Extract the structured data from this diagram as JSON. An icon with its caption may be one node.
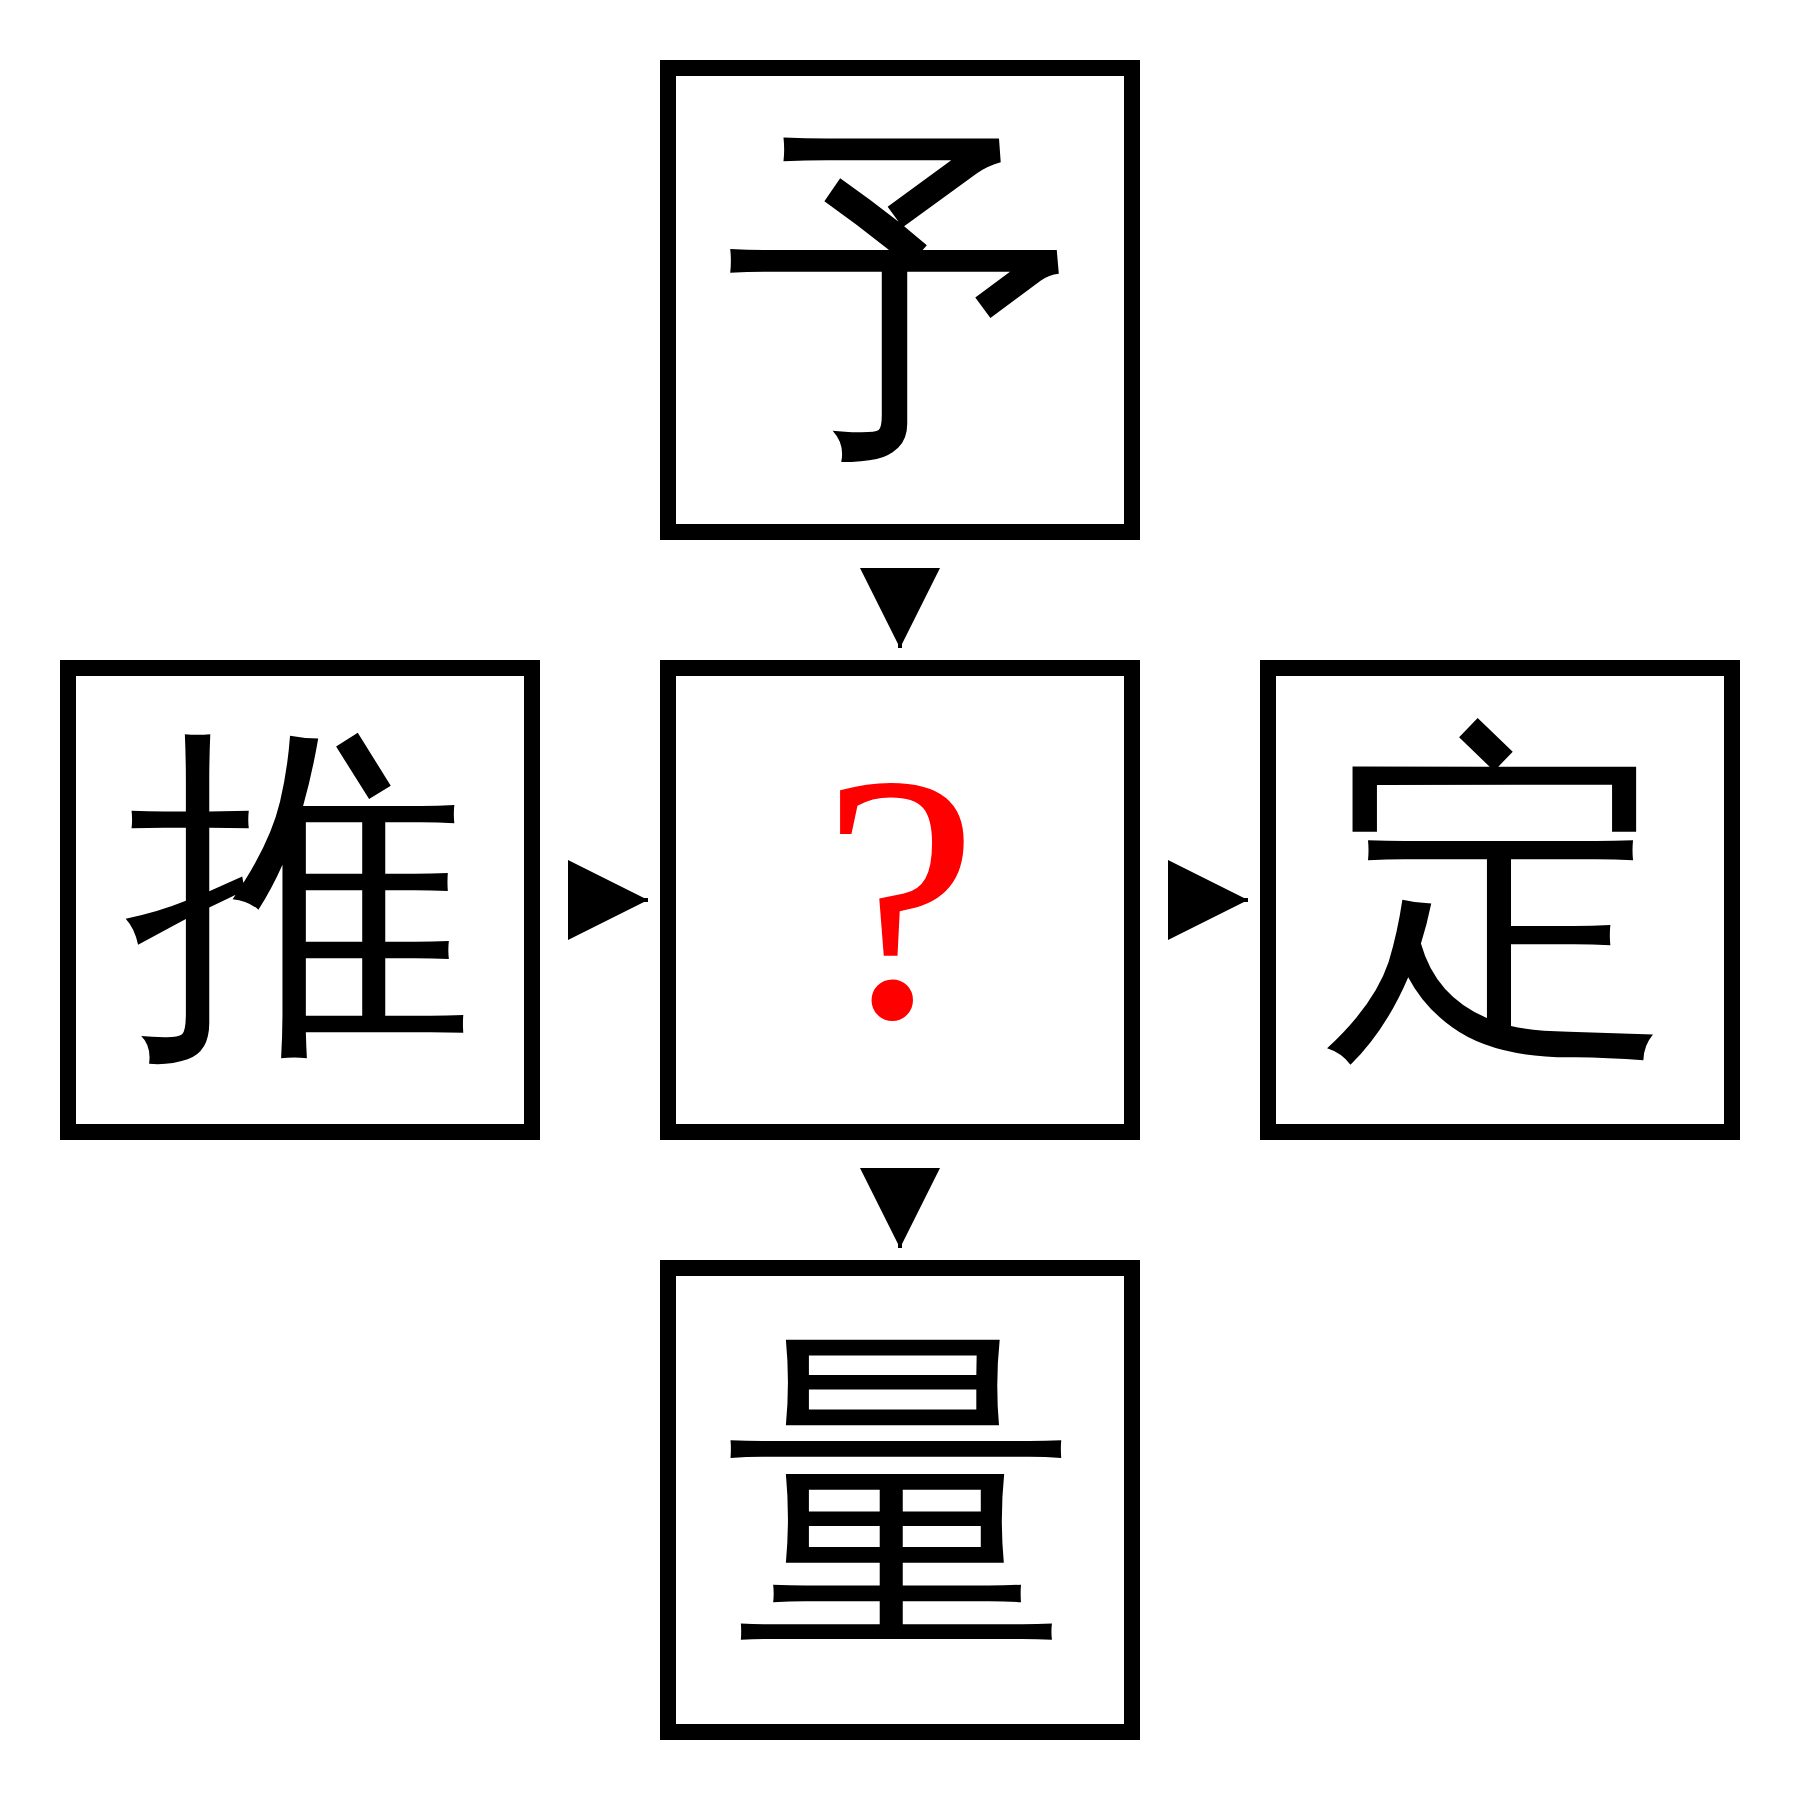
{
  "diagram": {
    "nodes": [
      {
        "text": [
          "予"
        ]
      },
      {
        "text": [
          "推"
        ]
      },
      {
        "text": [
          "?"
        ]
      },
      {
        "text": [
          "定"
        ]
      },
      {
        "text": [
          "量"
        ]
      }
    ],
    "edges": [
      {
        "from": 0,
        "to": 2,
        "arrow": "to"
      },
      {
        "from": 1,
        "to": 2,
        "arrow": "to"
      },
      {
        "from": 2,
        "to": 3,
        "arrow": "to"
      },
      {
        "from": 2,
        "to": 4,
        "arrow": "to"
      }
    ]
  }
}
